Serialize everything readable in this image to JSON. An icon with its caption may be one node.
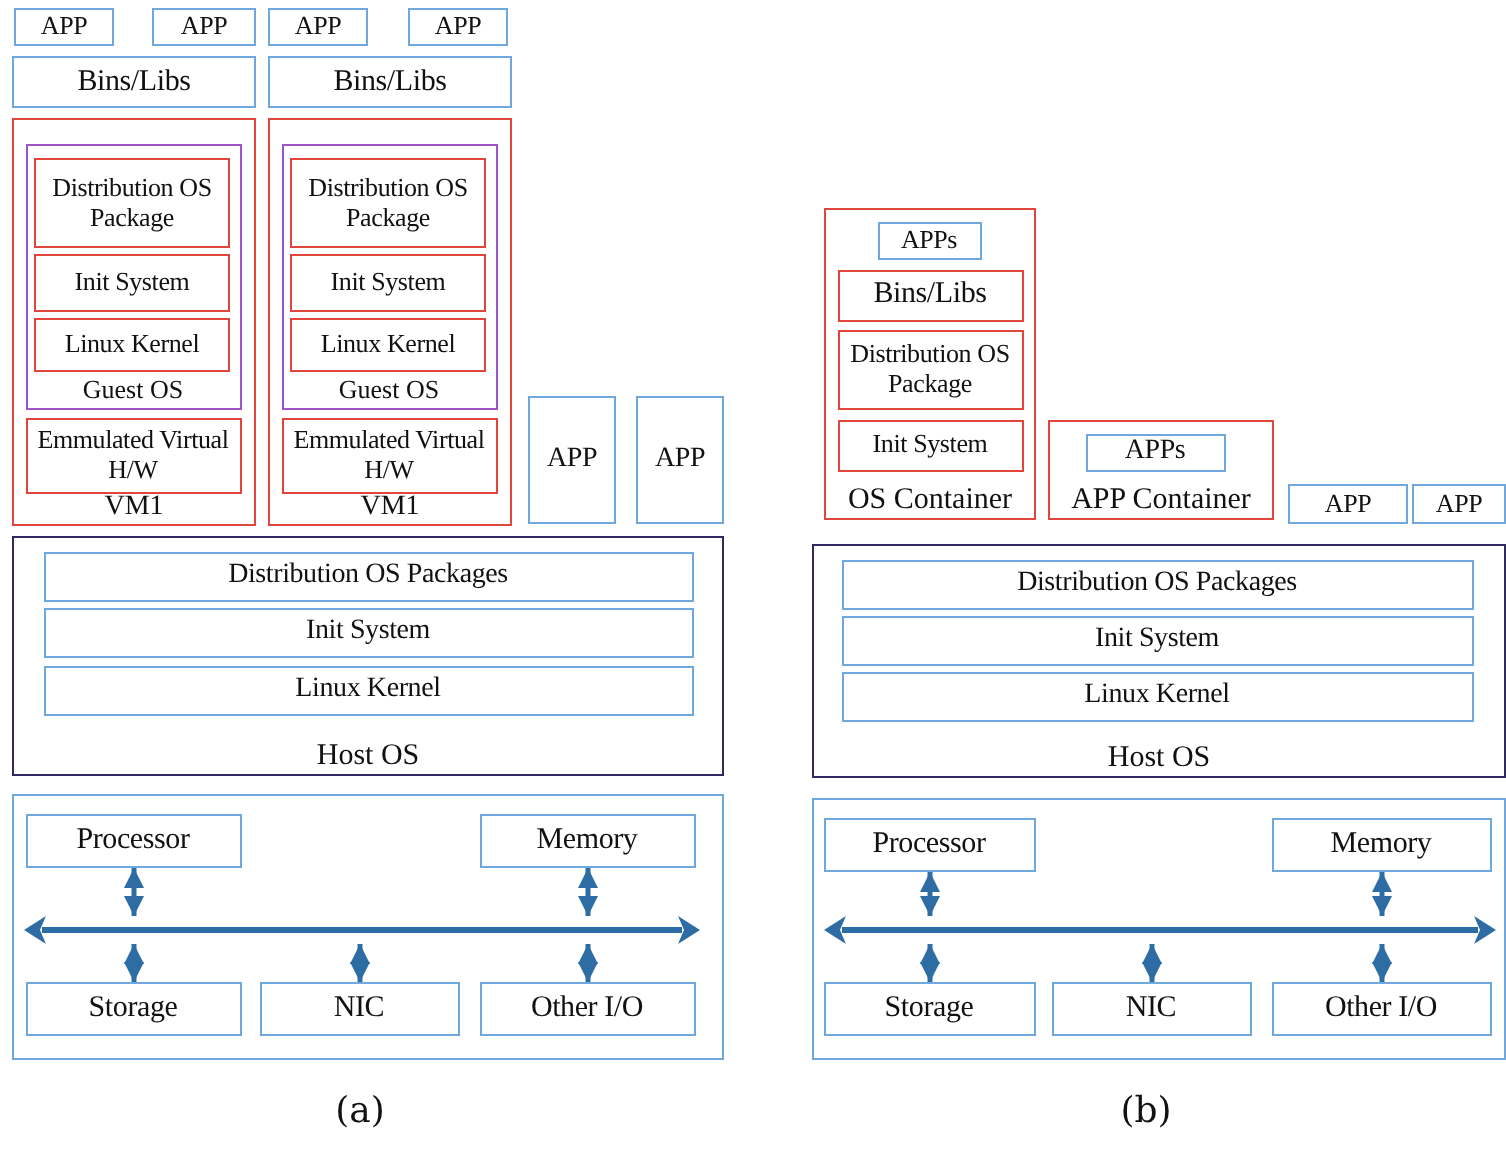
{
  "diagram": {
    "nodes": [
      {
        "text": [
          "APP"
        ]
      },
      {
        "text": [
          "APP"
        ]
      },
      {
        "text": [
          "APP"
        ]
      },
      {
        "text": [
          "APP"
        ]
      },
      {
        "text": [
          "Bins/Libs"
        ]
      },
      {
        "text": [
          "Bins/Libs"
        ]
      },
      {
        "text": [
          "VM1"
        ]
      },
      {
        "text": [
          "Guest OS"
        ],
        "in": 6
      },
      {
        "text": [
          "Distribution OS Package"
        ],
        "in": 7
      },
      {
        "text": [
          "Init System"
        ],
        "in": 7
      },
      {
        "text": [
          "Linux Kernel"
        ],
        "in": 7
      },
      {
        "text": [
          "Emmulated Virtual H/W"
        ],
        "in": 6
      },
      {
        "text": [
          "VM1"
        ]
      },
      {
        "text": [
          "Guest OS"
        ],
        "in": 12
      },
      {
        "text": [
          "Distribution OS Package"
        ],
        "in": 13
      },
      {
        "text": [
          "Init System"
        ],
        "in": 13
      },
      {
        "text": [
          "Linux Kernel"
        ],
        "in": 13
      },
      {
        "text": [
          "Emmulated Virtual H/W"
        ],
        "in": 12
      },
      {
        "text": [
          "APP"
        ]
      },
      {
        "text": [
          "APP"
        ]
      },
      {
        "text": [
          "Host OS"
        ]
      },
      {
        "text": [
          "Distribution OS Packages"
        ],
        "in": 20
      },
      {
        "text": [
          "Init System"
        ],
        "in": 20
      },
      {
        "text": [
          "Linux Kernel"
        ],
        "in": 20
      },
      {
        "text": [],
        "shape": "box"
      },
      {
        "text": [
          "Processor"
        ],
        "in": 24
      },
      {
        "text": [
          "Memory"
        ],
        "in": 24
      },
      {
        "text": [],
        "shape": "bar",
        "in": 24
      },
      {
        "text": [
          "Storage"
        ],
        "in": 24
      },
      {
        "text": [
          "NIC"
        ],
        "in": 24
      },
      {
        "text": [
          "Other I/O"
        ],
        "in": 24
      },
      {
        "text": [
          "OS Container"
        ]
      },
      {
        "text": [
          "APPs"
        ],
        "in": 31
      },
      {
        "text": [
          "Bins/Libs"
        ],
        "in": 31
      },
      {
        "text": [
          "Distribution OS Package"
        ],
        "in": 31
      },
      {
        "text": [
          "Init System"
        ],
        "in": 31
      },
      {
        "text": [
          "APP Container"
        ]
      },
      {
        "text": [
          "APPs"
        ],
        "in": 36
      },
      {
        "text": [
          "APP"
        ]
      },
      {
        "text": [
          "APP"
        ]
      },
      {
        "text": [
          "Host OS"
        ]
      },
      {
        "text": [
          "Distribution OS Packages"
        ],
        "in": 40
      },
      {
        "text": [
          "Init System"
        ],
        "in": 40
      },
      {
        "text": [
          "Linux Kernel"
        ],
        "in": 40
      },
      {
        "text": [],
        "shape": "box"
      },
      {
        "text": [
          "Processor"
        ],
        "in": 44
      },
      {
        "text": [
          "Memory"
        ],
        "in": 44
      },
      {
        "text": [],
        "shape": "bar",
        "in": 44
      },
      {
        "text": [
          "Storage"
        ],
        "in": 44
      },
      {
        "text": [
          "NIC"
        ],
        "in": 44
      },
      {
        "text": [
          "Other I/O"
        ],
        "in": 44
      }
    ],
    "edges": [
      {
        "from": 25,
        "to": 27,
        "arrow": "both"
      },
      {
        "from": 26,
        "to": 27,
        "arrow": "both"
      },
      {
        "from": 28,
        "to": 27,
        "arrow": "both"
      },
      {
        "from": 29,
        "to": 27,
        "arrow": "both"
      },
      {
        "from": 30,
        "to": 27,
        "arrow": "both"
      },
      {
        "from": 45,
        "to": 47,
        "arrow": "both"
      },
      {
        "from": 46,
        "to": 47,
        "arrow": "both"
      },
      {
        "from": 48,
        "to": 47,
        "arrow": "both"
      },
      {
        "from": 49,
        "to": 47,
        "arrow": "both"
      },
      {
        "from": 50,
        "to": 47,
        "arrow": "both"
      }
    ],
    "labels": [
      "(a)",
      "(b)"
    ]
  }
}
